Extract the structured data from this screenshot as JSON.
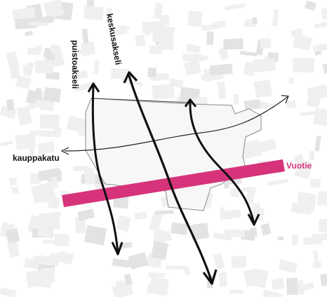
{
  "map": {
    "labels": {
      "puistoakseli": "puistoakseli",
      "keskusakseli": "keskusakseli",
      "kauppakatu": "kauppakatu",
      "vuotie": "Vuotie"
    },
    "colors": {
      "background": "#ffffff",
      "buildings": "#f0f0f0",
      "buildings_dark": "#e3e3e3",
      "outline": "#8a8a8a",
      "main_arrows": "#111111",
      "vuotie_band": "#d6337a",
      "vuotie_label": "#d6337a"
    }
  }
}
